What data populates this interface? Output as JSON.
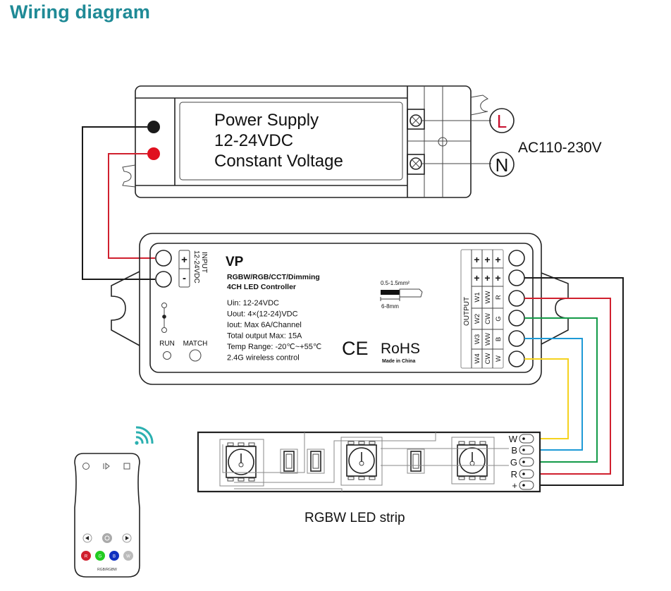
{
  "title": "Wiring diagram",
  "power_supply": {
    "lines": [
      "Power Supply",
      "12-24VDC",
      "Constant Voltage"
    ],
    "ac_label": "AC110-230V",
    "terminals": {
      "live": "L",
      "neutral": "N"
    }
  },
  "controller": {
    "model": "VP",
    "subtitle_line1": "RGBW/RGB/CCT/Dimming",
    "subtitle_line2": "4CH LED Controller",
    "input_label": "INPUT",
    "input_voltage": "12-24VDC",
    "input_plus": "+",
    "input_minus": "-",
    "specs": [
      "Uin: 12-24VDC",
      "Uout: 4×(12-24)VDC",
      "Iout: Max 6A/Channel",
      "Total output Max: 15A",
      "Temp Range: -20℃~+55℃",
      "2.4G wireless control"
    ],
    "run_label": "RUN",
    "match_label": "MATCH",
    "wire_gauge": "0.5-1.5mm²",
    "strip_length": "6-8mm",
    "ce_mark": "CE",
    "rohs": "RoHS",
    "made_in": "Made in China",
    "output_label": "OUTPUT",
    "output_table": {
      "plus_row": [
        "+",
        "+",
        "+"
      ],
      "columns": [
        [
          "W1",
          "W2",
          "W3",
          "W4"
        ],
        [
          "WW",
          "CW",
          "WW",
          "CW"
        ],
        [
          "R",
          "G",
          "B",
          "W"
        ]
      ]
    }
  },
  "strip": {
    "label": "RGBW LED strip",
    "pins": [
      "W",
      "B",
      "G",
      "R",
      "+"
    ]
  },
  "remote": {
    "buttons": [
      "R",
      "G",
      "B",
      "W"
    ],
    "model": "RGB/RGBW"
  },
  "colors": {
    "title": "#1f8a96",
    "red": "#d0202e",
    "green": "#139a48",
    "blue": "#1e9ad6",
    "yellow": "#f5d21e",
    "black": "#1a1a1a",
    "wifi": "#2bb0b0"
  }
}
